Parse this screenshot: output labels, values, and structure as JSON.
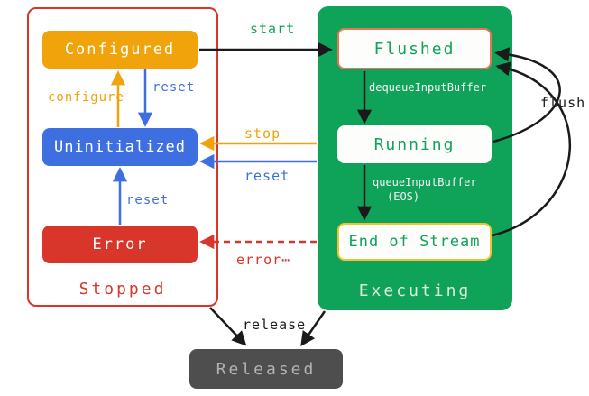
{
  "groups": {
    "stopped": {
      "label": "Stopped",
      "states": {
        "configured": "Configured",
        "uninitialized": "Uninitialized",
        "error": "Error"
      }
    },
    "executing": {
      "label": "Executing",
      "states": {
        "flushed": "Flushed",
        "running": "Running",
        "end_of_stream": "End of Stream"
      }
    }
  },
  "released": {
    "label": "Released"
  },
  "transitions": {
    "start": "start",
    "configure": "configure",
    "reset_configured": "reset",
    "stop": "stop",
    "reset_executing": "reset",
    "reset_error": "reset",
    "error": "error⋯",
    "dequeue_input_buffer": "dequeueInputBuffer",
    "queue_input_buffer": "queueInputBuffer",
    "queue_input_buffer_eos": "(EOS)",
    "flush": "flush",
    "release": "release"
  },
  "colors": {
    "orange": "#F0A30A",
    "blue": "#3D6FE0",
    "red": "#D8362A",
    "green": "#0FA35A",
    "flushed_border": "#E07856",
    "eos_border": "#EFC42E",
    "released_bg": "#4E4E4E",
    "released_text": "#B3B3B3",
    "executing_label": "#DCEEDC",
    "arrow_black": "#1A1A1A"
  }
}
